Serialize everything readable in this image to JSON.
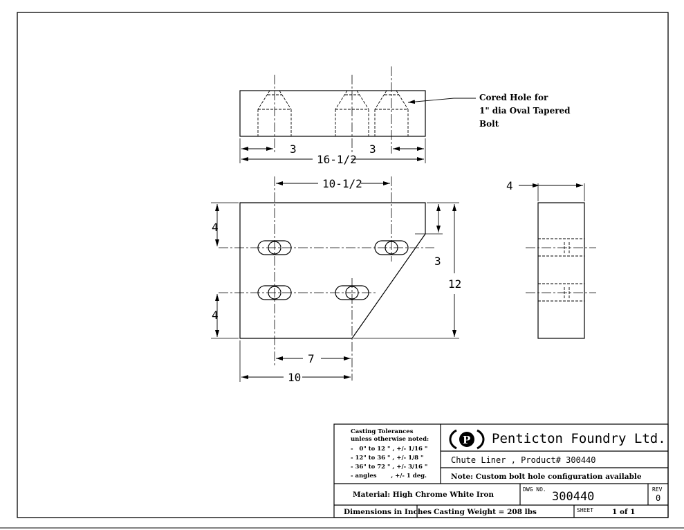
{
  "drawing": {
    "note_cored_hole": [
      "Cored Hole for",
      "1\" dia Oval Tapered",
      "Bolt"
    ],
    "dimensions": {
      "top_left_3": "3",
      "top_right_3": "3",
      "overall_length": "16-1/2",
      "hole_spacing": "10-1/2",
      "thickness": "4",
      "left_upper_4": "4",
      "left_lower_4": "4",
      "chamfer_3": "3",
      "height_12": "12",
      "dim_7": "7",
      "dim_10": "10"
    }
  },
  "title_block": {
    "tolerances": {
      "title": "Casting Tolerances",
      "subtitle": "unless otherwise noted:",
      "rows": [
        "-   0\" to 12 \" , +/- 1/16 \"",
        "- 12\" to 36 \" , +/- 1/8 \"",
        "- 36\" to 72 \" , +/- 3/16 \"",
        "- angles       , +/- 1 deg."
      ]
    },
    "company": "Penticton Foundry Ltd.",
    "logo_letter": "P",
    "part_name": "Chute Liner , Product# 300440",
    "note": "Note: Custom bolt hole configuration available",
    "material": "Material: High Chrome White Iron",
    "dwg_label": "DWG NO.",
    "dwg_number": "300440",
    "rev_label": "REV",
    "rev_value": "0",
    "dimensions_units": "Dimensions in Inches",
    "casting_weight": "Casting Weight = 208 lbs",
    "sheet_label": "SHEET",
    "sheet_value": "1 of 1"
  }
}
